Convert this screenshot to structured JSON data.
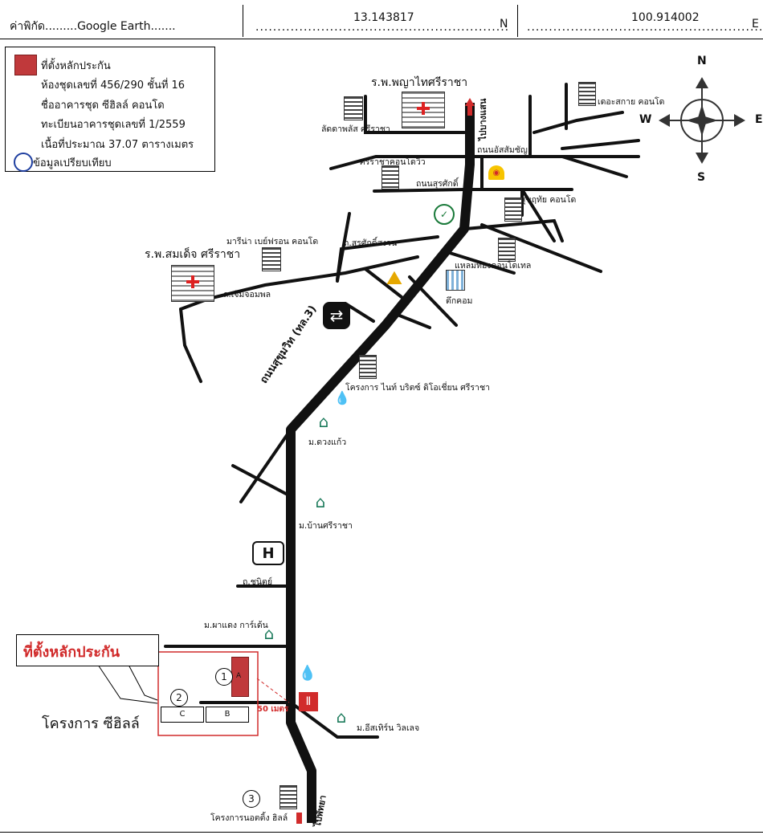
{
  "header": {
    "coord_label": "ค่าพิกัด.........Google Earth.......",
    "lat_value": "13.143817",
    "lat_suffix": "N",
    "lon_value": "100.914002",
    "lon_suffix": "E"
  },
  "legend": {
    "title": "ที่ตั้งหลักประกัน",
    "lines": [
      "ห้องชุดเลขที่ 456/290 ชั้นที่ 16",
      "ชื่ออาคารชุด ซีฮิลล์ คอนโด",
      "ทะเบียนอาคารชุดเลขที่ 1/2559",
      "เนื้อที่ประมาณ 37.07  ตารางเมตร"
    ],
    "compare_label": "ข้อมูลเปรียบเทียบ"
  },
  "compass": {
    "n": "N",
    "s": "S",
    "e": "E",
    "w": "W"
  },
  "places": {
    "hospital_phyathai": "ร.พ.พญาไทศรีราชา",
    "hospital_somdet": "ร.พ.สมเด็จ ศรีราชา",
    "to_bang_saen": "ไปบางแสน",
    "the_sky": "เดอะสกาย คอนโด",
    "ladda_plus": "ลัดดาพลัส ศรีราชา",
    "road_assumption": "ถนนอัสสัมชัญ",
    "sriracha_condoview": "ศรีราชาคอนโดวิว",
    "road_surasak": "ถนนสุรศักดิ์",
    "sukhothai_condo": "สุขฤทัย คอนโด",
    "marina_bayfront": "มารีน่า เบย์ฟรอน คอนโด",
    "surasak_suan": "ถ.สุรศักดิ์สงวน",
    "laemthong": "แหลมทองคอนโดเทล",
    "road_choem": "ถ.เจิมจอมพล",
    "tuk_kom": "ตึกคอม",
    "sukhumvit": "ถนนสุขุมวิท (ทล.3)",
    "nine": "โครงการ ไนท์ บริตซ์ ดิโอเชี่ยน ศรีราชา",
    "m_duangkaew": "ม.ดวงแก้ว",
    "m_ban_sriracha": "ม.บ้านศรีราชา",
    "road_chanit": "ถ.ชนิตย์",
    "m_palm_garden": "ม.ผาแดง การ์เด้น",
    "m_eastern": "ม.อีสเทิร์น วิลเลจ",
    "collateral_tag": "ที่ตั้งหลักประกัน",
    "project_seahill": "โครงการ  ซีฮิลล์",
    "distance": "50 เมตร",
    "notting_hill": "โครงการนอตติ้ง ฮิลล์",
    "to_pattaya": "ไปพัทยา",
    "marker_1": "1",
    "marker_2": "2",
    "marker_3": "3",
    "bldg_a": "A",
    "bldg_b": "B",
    "bldg_c": "C"
  },
  "colors": {
    "accent": "#d12b2b",
    "road": "#111111",
    "marker_fill": "#c0393b",
    "compare_circle": "#1f3fa0"
  }
}
